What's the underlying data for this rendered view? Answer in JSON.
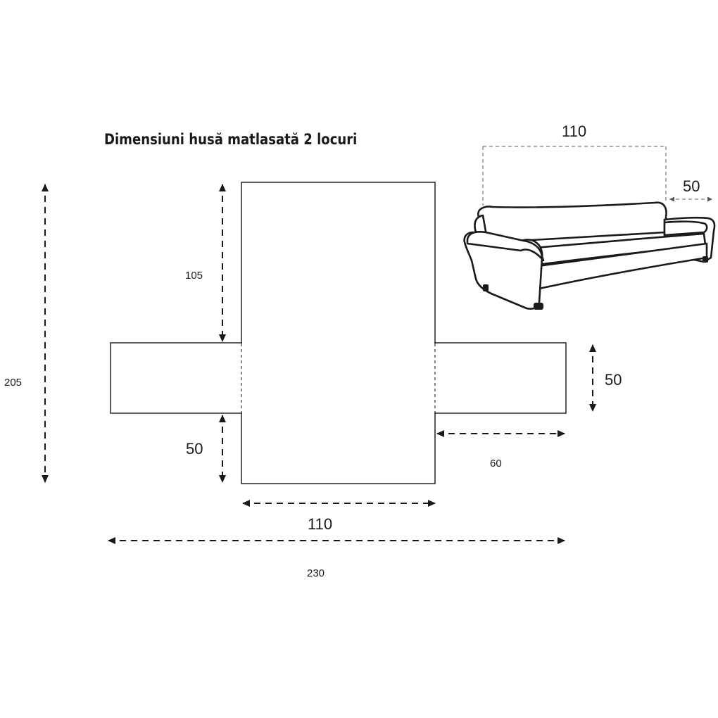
{
  "title": "Dimensiuni husă matlasată 2 locuri",
  "layout_dimensions": {
    "total_height": "205",
    "back_height": "105",
    "seat_depth": "50",
    "seat_width": "110",
    "total_width": "230",
    "arm_height": "50",
    "arm_length": "60"
  },
  "sofa_dimensions": {
    "seat_width": "110",
    "arm_width": "50"
  }
}
